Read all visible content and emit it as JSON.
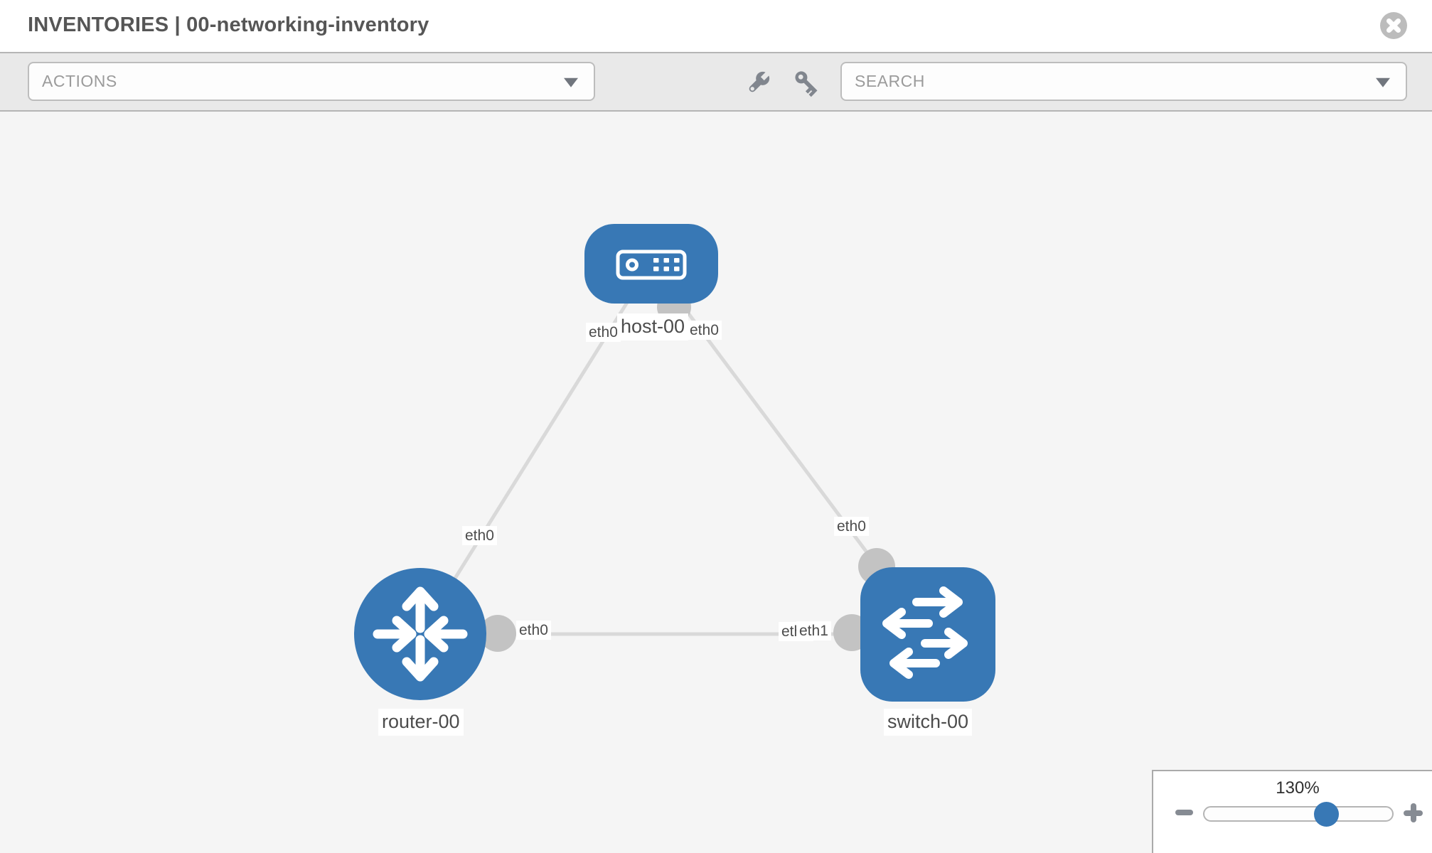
{
  "header": {
    "title": "INVENTORIES | 00-networking-inventory"
  },
  "toolbar": {
    "actions": {
      "placeholder": "ACTIONS"
    },
    "search": {
      "placeholder": "SEARCH"
    },
    "icons": [
      "wrench-icon",
      "key-icon"
    ]
  },
  "topology": {
    "node_labels": {
      "host": "host-00",
      "router": "router-00",
      "switch": "switch-00"
    },
    "iface_labels": {
      "host_to_router_at_host": "eth0",
      "host_to_switch_at_host": "eth0",
      "host_to_router_at_router": "eth0",
      "host_to_switch_at_switch": "eth0",
      "router_to_switch_at_router": "eth0",
      "router_to_switch_at_switch_hidden": "eth0",
      "router_to_switch_at_switch": "eth1"
    },
    "links": [
      {
        "from": "host-00",
        "from_interface": "eth0",
        "to": "router-00",
        "to_interface": "eth0"
      },
      {
        "from": "host-00",
        "from_interface": "eth0",
        "to": "switch-00",
        "to_interface": "eth0"
      },
      {
        "from": "router-00",
        "from_interface": "eth0",
        "to": "switch-00",
        "to_interface": "eth1"
      }
    ]
  },
  "zoom_control": {
    "level": "130%"
  },
  "colors": {
    "node_blue": "#3878b5",
    "link_gray": "#d9d9d9",
    "interface_gray": "#c3c3c3",
    "toolbar_bg": "#e9e9e9",
    "canvas_bg": "#f5f5f5",
    "icon_gray": "#81868e"
  }
}
